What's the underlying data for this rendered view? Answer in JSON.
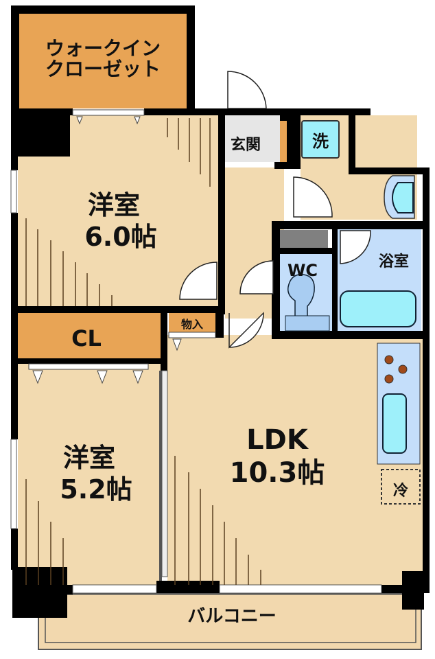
{
  "floorplan": {
    "rooms": [
      {
        "id": "walk-in-closet",
        "label_lines": [
          "ウォークイン",
          "クローゼット"
        ]
      },
      {
        "id": "western-room-1",
        "label_lines": [
          "洋室",
          "6.0帖"
        ],
        "type": "洋室",
        "size_jo": 6.0
      },
      {
        "id": "entrance",
        "label_lines": [
          "玄関"
        ]
      },
      {
        "id": "washer",
        "label_lines": [
          "洗"
        ]
      },
      {
        "id": "bathroom",
        "label_lines": [
          "浴室"
        ]
      },
      {
        "id": "toilet",
        "label_lines": [
          "WC"
        ]
      },
      {
        "id": "closet",
        "label_lines": [
          "CL"
        ]
      },
      {
        "id": "storage",
        "label_lines": [
          "物入"
        ]
      },
      {
        "id": "western-room-2",
        "label_lines": [
          "洋室",
          "5.2帖"
        ],
        "type": "洋室",
        "size_jo": 5.2
      },
      {
        "id": "ldk",
        "label_lines": [
          "LDK",
          "10.3帖"
        ],
        "type": "LDK",
        "size_jo": 10.3
      },
      {
        "id": "refrigerator",
        "label_lines": [
          "冷"
        ]
      },
      {
        "id": "balcony",
        "label_lines": [
          "バルコニー"
        ]
      }
    ],
    "colors": {
      "wall": "#000000",
      "floor": "#f2dab0",
      "closet": "#e8a455",
      "wet_area": "#c4defa",
      "fixture": "#9ef0fa",
      "entrance": "#e6e6e6",
      "stove": "#a04a1a",
      "balcony": "#f2d8ae"
    }
  }
}
